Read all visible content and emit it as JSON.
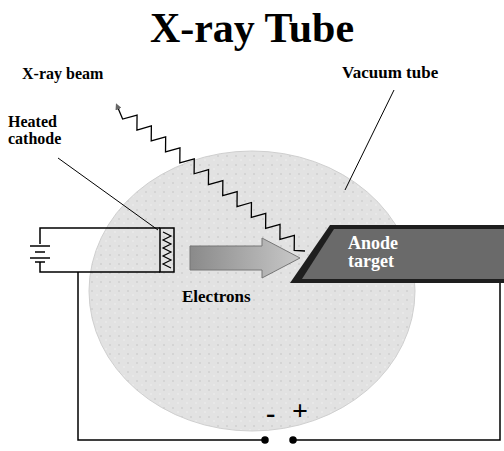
{
  "diagram": {
    "title": "X-ray Tube",
    "nodes": [
      {
        "text": [
          "Anode target"
        ]
      }
    ],
    "labels": [
      "X-ray beam",
      "Vacuum tube",
      "Heated cathode",
      "Electrons",
      "-",
      "+"
    ]
  }
}
